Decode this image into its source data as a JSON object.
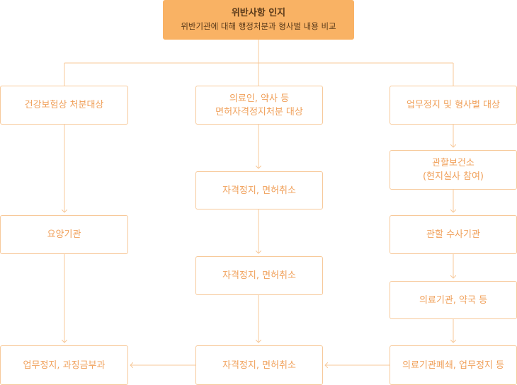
{
  "top": {
    "title": "위반사항 인지",
    "subtitle": "위반기관에 대해 행정처분과 형사벌 내용 비교"
  },
  "left": {
    "box1": "건강보험상 처분대상",
    "box2": "요양기관",
    "box3": "업무정지, 과징금부과"
  },
  "middle": {
    "box1_line1": "의료인, 약사 등",
    "box1_line2": "면허자격정지처분 대상",
    "box2": "자격정지, 면허취소",
    "box3": "자격정지, 면허취소",
    "box4": "자격정지, 면허취소"
  },
  "right": {
    "box1": "업무정지 및 형사벌 대상",
    "box2_line1": "관할보건소",
    "box2_line2": "(현지실사 참여)",
    "box3": "관할 수사기관",
    "box4": "의료기관, 약국 등",
    "box5": "의료기관폐쇄, 업무정지 등"
  },
  "colors": {
    "header_fill": "#f9b264",
    "border": "#f7c99a",
    "text": "#f0a05a"
  }
}
